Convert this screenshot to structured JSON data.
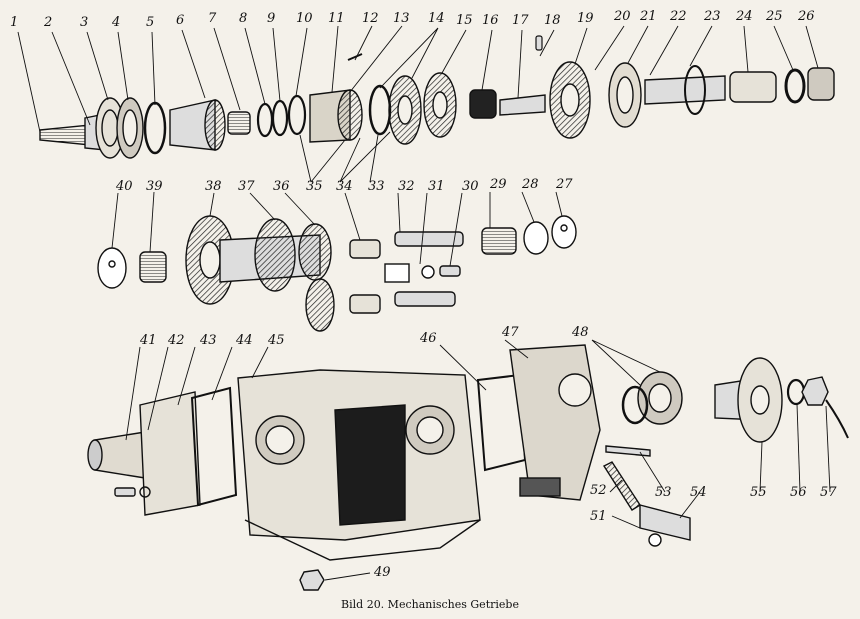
{
  "caption": "Bild 20. Mechanisches Getriebe",
  "part_numbers": [
    "1",
    "2",
    "3",
    "4",
    "5",
    "6",
    "7",
    "8",
    "9",
    "10",
    "11",
    "12",
    "13",
    "14",
    "15",
    "16",
    "17",
    "18",
    "19",
    "20",
    "21",
    "22",
    "23",
    "24",
    "25",
    "26",
    "27",
    "28",
    "29",
    "30",
    "31",
    "32",
    "33",
    "34",
    "35",
    "36",
    "37",
    "38",
    "39",
    "40",
    "41",
    "42",
    "43",
    "44",
    "45",
    "46",
    "47",
    "48",
    "49",
    "51",
    "52",
    "53",
    "54",
    "55",
    "56",
    "57"
  ]
}
